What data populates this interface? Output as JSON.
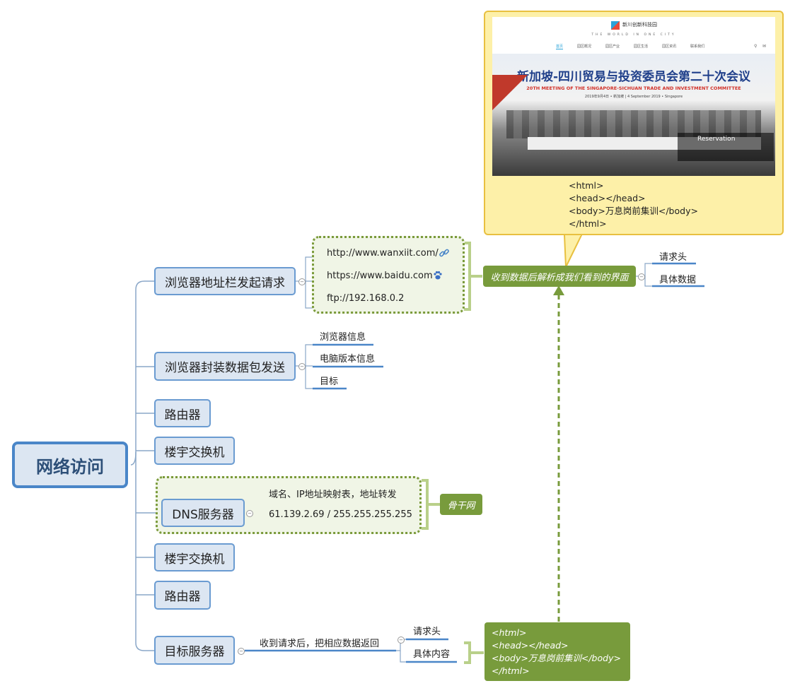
{
  "root": {
    "label": "网络访问"
  },
  "branches": [
    {
      "label": "浏览器地址栏发起请求"
    },
    {
      "label": "浏览器封装数据包发送"
    },
    {
      "label": "路由器"
    },
    {
      "label": "楼宇交换机"
    },
    {
      "label": "DNS服务器"
    },
    {
      "label": "楼宇交换机"
    },
    {
      "label": "路由器"
    },
    {
      "label": "目标服务器"
    }
  ],
  "request_urls": [
    {
      "text": "http://www.wanxiit.com/",
      "icon": "link-icon"
    },
    {
      "text": "https://www.baidu.com",
      "icon": "paw-icon"
    },
    {
      "text": "ftp://192.168.0.2"
    }
  ],
  "packet_items": [
    "浏览器信息",
    "电脑版本信息",
    "目标"
  ],
  "dns_items": [
    "域名、IP地址映射表，地址转发",
    "61.139.2.69 / 255.255.255.255"
  ],
  "dns_summary": "骨干网",
  "parse_summary": "收到数据后解析成我们看到的界面",
  "parse_children": [
    "请求头",
    "具体数据"
  ],
  "screenshot": {
    "logo_text": "新川创新科技园",
    "tagline": "THE WORLD IN ONE CITY",
    "nav": [
      "首页",
      "园区概况",
      "园区产业",
      "园区生活",
      "园区资讯",
      "联系我们"
    ],
    "headline": "新加坡-四川贸易与投资委员会第二十次会议",
    "headline_en": "20TH MEETING OF THE SINGAPORE-SICHUAN TRADE AND INVESTMENT COMMITTEE",
    "date_line": "2019年9月4日 • 新加坡  |  4 September 2019 • Singapore",
    "reservation": "Reservation"
  },
  "note_code": [
    "<html>",
    "<head></head>",
    "<body>万息岗前集训</body>",
    "</html>"
  ],
  "server": {
    "edge_label": "收到请求后，把相应数据返回",
    "children": [
      "请求头",
      "具体内容"
    ],
    "code": [
      "<html>",
      "<head></head>",
      "<body>万息岗前集训</body>",
      "</html>"
    ]
  },
  "colors": {
    "node_border": "#6a9bd1",
    "node_fill": "#dce6f2",
    "green": "#789b3c",
    "note_fill": "#fdf0a8",
    "note_border": "#e8c040"
  }
}
